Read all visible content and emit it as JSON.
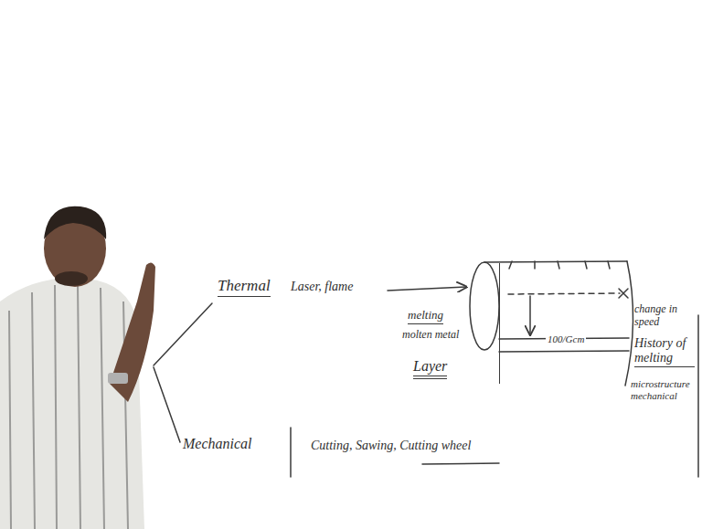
{
  "diagram": {
    "nodes": [
      {
        "text": [
          "100/Gcm"
        ]
      }
    ],
    "labels": [
      "Thermal",
      "Laser, flame",
      "melting",
      "molten metal",
      "Layer",
      "change in speed",
      "History of melting",
      "microstructure mechanical",
      "Mechanical",
      "Cutting, Sawing, Cutting wheel"
    ]
  }
}
